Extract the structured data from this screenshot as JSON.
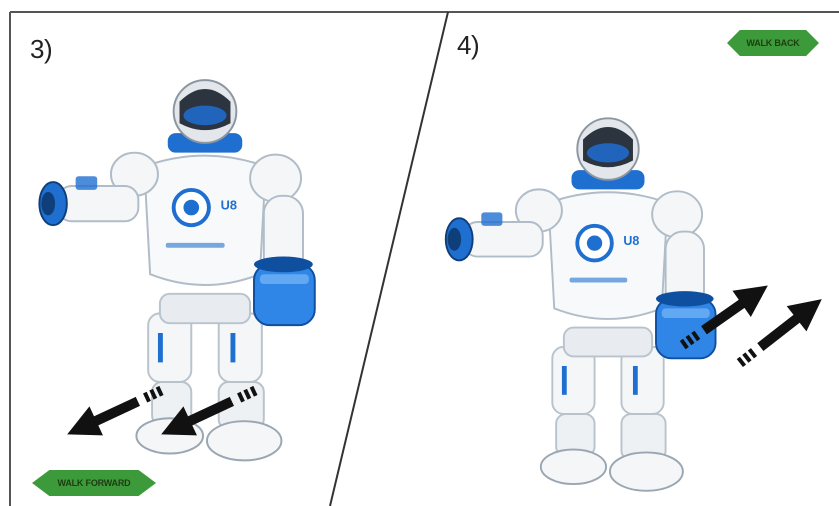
{
  "panels": [
    {
      "step": "3)",
      "instruction": "WALK FORWARD",
      "arrow_direction": "down-left"
    },
    {
      "step": "4)",
      "instruction": "WALK BACK",
      "arrow_direction": "up-right"
    }
  ],
  "colors": {
    "frame": "#555555",
    "badge_green": "#3d9a3a",
    "robot_blue": "#1f6fd1",
    "robot_white": "#f4f6f8",
    "visor": "#2c3440",
    "arrow": "#111111"
  },
  "icons": {
    "robot": "robot-illustration",
    "movement_arrow": "arrow-icon"
  }
}
